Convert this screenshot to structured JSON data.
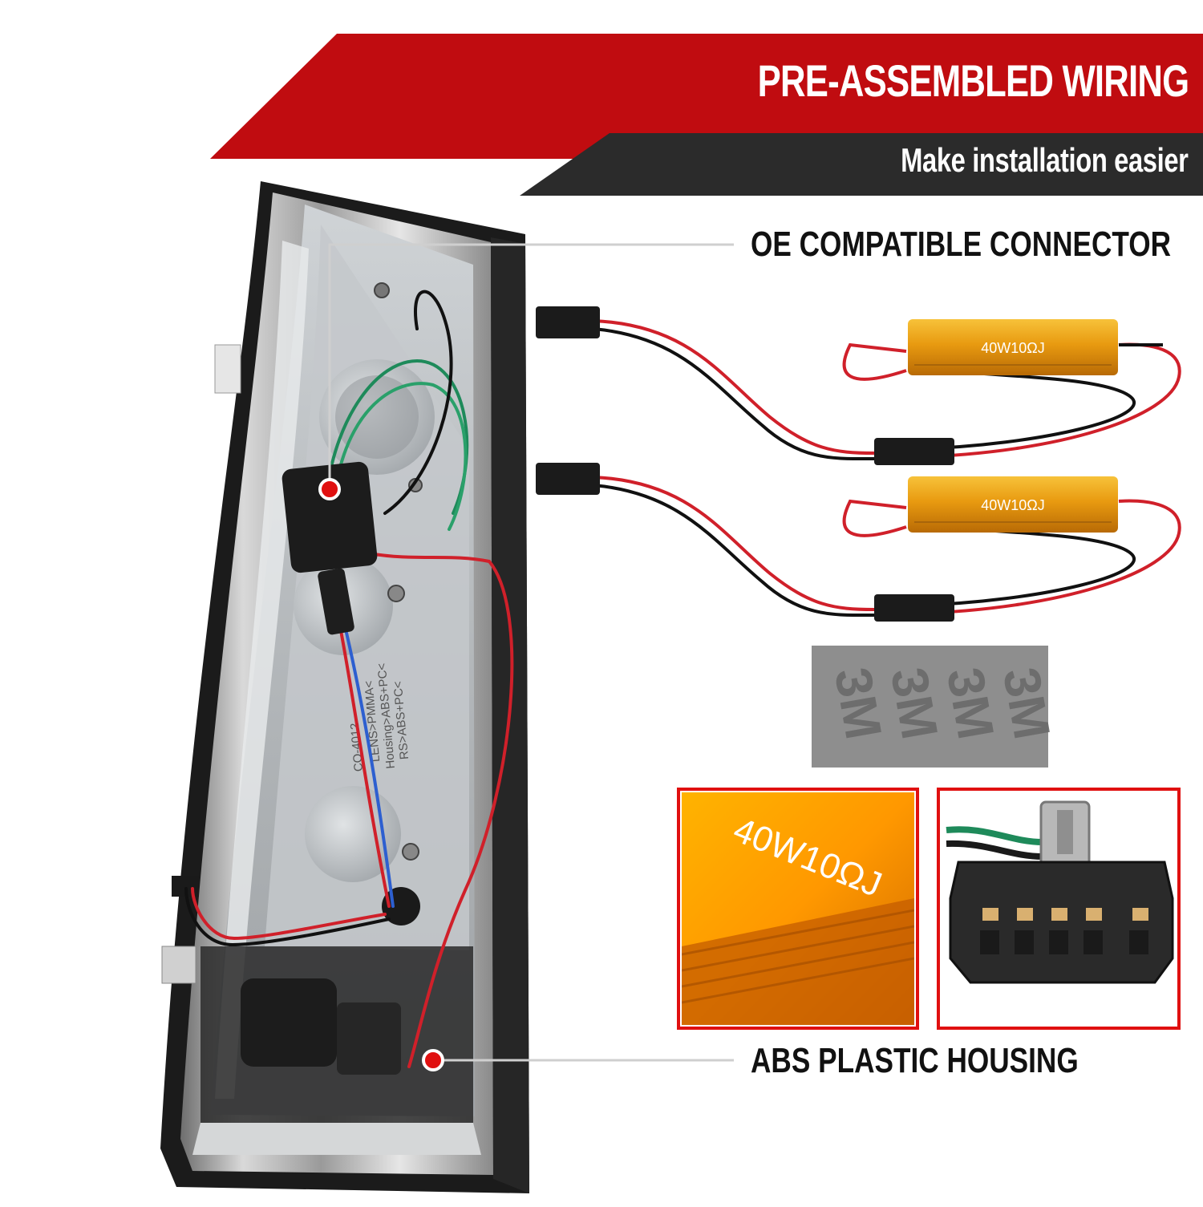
{
  "banner": {
    "title": "PRE-ASSEMBLED WIRING",
    "subtitle": "Make installation easier",
    "colors": {
      "red": "#c00c10",
      "dark": "#2b2b2b"
    }
  },
  "callouts": {
    "connector": "OE COMPATIBLE CONNECTOR",
    "housing": "ABS PLASTIC HOUSING",
    "marker_color": "#e01010"
  },
  "resistor_label": "40W10ΩJ",
  "tape_label": "3M",
  "housing_text": {
    "line1": "LENS>PMMA<",
    "line2": "Housing>ABS+PC<",
    "line3": "RS>ABS+PC<",
    "line4": "CO-4012"
  }
}
